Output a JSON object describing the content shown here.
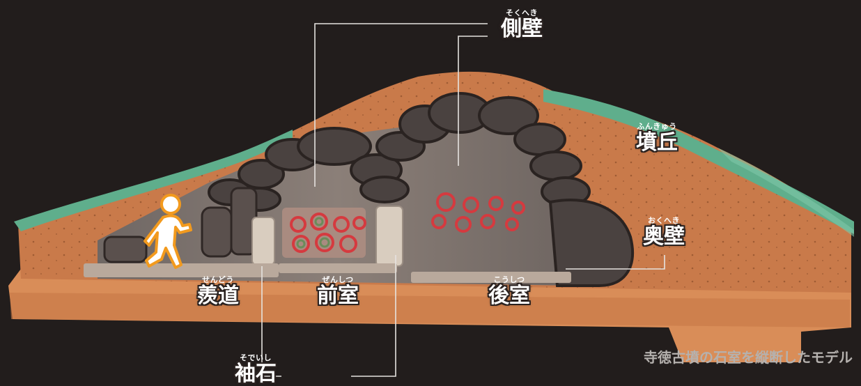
{
  "labels": {
    "sokuheki": {
      "ruby": "そくへき",
      "text": "側壁"
    },
    "funkyu": {
      "ruby": "ふんきゅう",
      "text": "墳丘"
    },
    "okuheki": {
      "ruby": "おくへき",
      "text": "奥壁"
    },
    "sendo": {
      "ruby": "せんどう",
      "text": "羨道"
    },
    "zenshitsu": {
      "ruby": "ぜんしつ",
      "text": "前室"
    },
    "koshitsu": {
      "ruby": "こうしつ",
      "text": "後室"
    },
    "sodeishi": {
      "ruby": "そでいし",
      "text": "袖石"
    }
  },
  "caption": "寺徳古墳の石室を縦断したモデル",
  "colors": {
    "background": "#221d1c",
    "mound_earth": "#c97a4a",
    "grass": "#5fae8c",
    "stone": "#4a4240",
    "painted_red": "#d53a3f",
    "painted_green": "#6a8d5a",
    "figure": "#f29a1e"
  },
  "icons": {
    "person": "walking-person-icon"
  }
}
